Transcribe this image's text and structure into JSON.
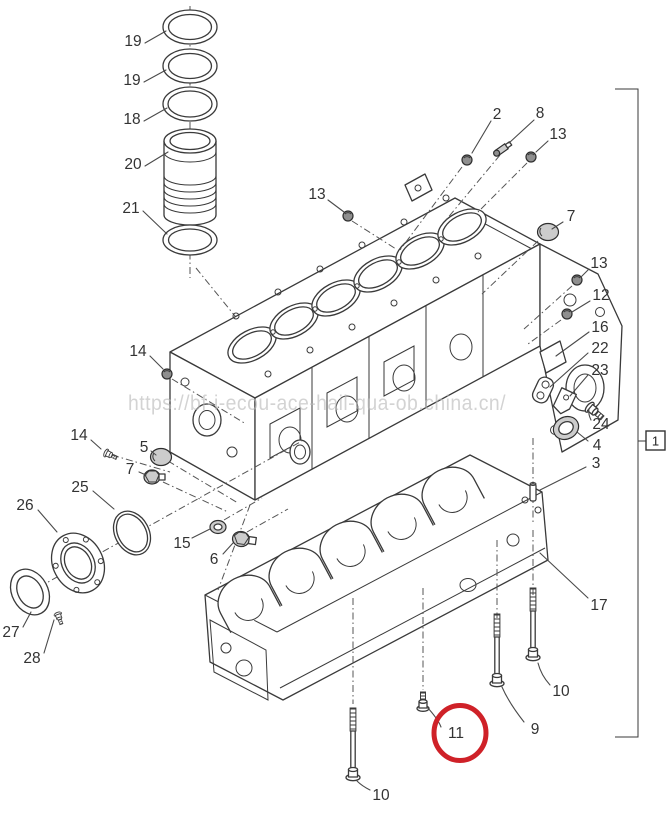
{
  "watermark": {
    "text": "https://bf-i-ecou-ace-hail-qua-ob.china.cn/"
  },
  "colors": {
    "line": "#3a3a3a",
    "label": "#333333",
    "highlight_red": "#cf2128",
    "watermark_gray": "#b9b9b9"
  },
  "ref_box": {
    "label": "1"
  },
  "highlight": {
    "label": "11",
    "shape": "red-circle"
  },
  "callouts": [
    {
      "label": "19"
    },
    {
      "label": "19"
    },
    {
      "label": "18"
    },
    {
      "label": "20"
    },
    {
      "label": "21"
    },
    {
      "label": "2"
    },
    {
      "label": "8"
    },
    {
      "label": "13"
    },
    {
      "label": "13"
    },
    {
      "label": "7"
    },
    {
      "label": "13"
    },
    {
      "label": "12"
    },
    {
      "label": "16"
    },
    {
      "label": "22"
    },
    {
      "label": "23"
    },
    {
      "label": "24"
    },
    {
      "label": "4"
    },
    {
      "label": "3"
    },
    {
      "label": "17"
    },
    {
      "label": "10"
    },
    {
      "label": "9"
    },
    {
      "label": "11"
    },
    {
      "label": "10"
    },
    {
      "label": "14"
    },
    {
      "label": "14"
    },
    {
      "label": "5"
    },
    {
      "label": "7"
    },
    {
      "label": "25"
    },
    {
      "label": "26"
    },
    {
      "label": "15"
    },
    {
      "label": "6"
    },
    {
      "label": "27"
    },
    {
      "label": "28"
    },
    {
      "label": "1"
    }
  ]
}
